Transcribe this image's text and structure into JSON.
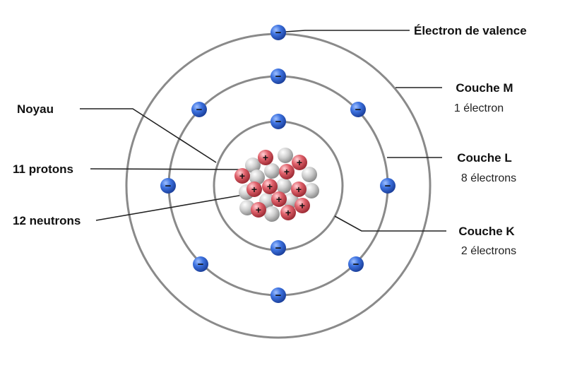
{
  "labels": {
    "valence": "Électron de valence",
    "shell_m": "Couche M",
    "shell_m_count": "1 électron",
    "shell_l": "Couche L",
    "shell_l_count": "8 électrons",
    "shell_k": "Couche K",
    "shell_k_count": "2 électrons",
    "nucleus": "Noyau",
    "protons": "11 protons",
    "neutrons": "12 neutrons"
  },
  "symbols": {
    "electron": "−",
    "proton": "+"
  },
  "counts": {
    "shell_k": 2,
    "shell_l": 8,
    "shell_m": 1,
    "protons": 11,
    "neutrons": 12
  },
  "colors": {
    "orbit": "#8a8a8a",
    "electron": "#2f63d6",
    "proton": "#d94a55",
    "neutron": "#bcbcbc",
    "leader": "#222222"
  }
}
